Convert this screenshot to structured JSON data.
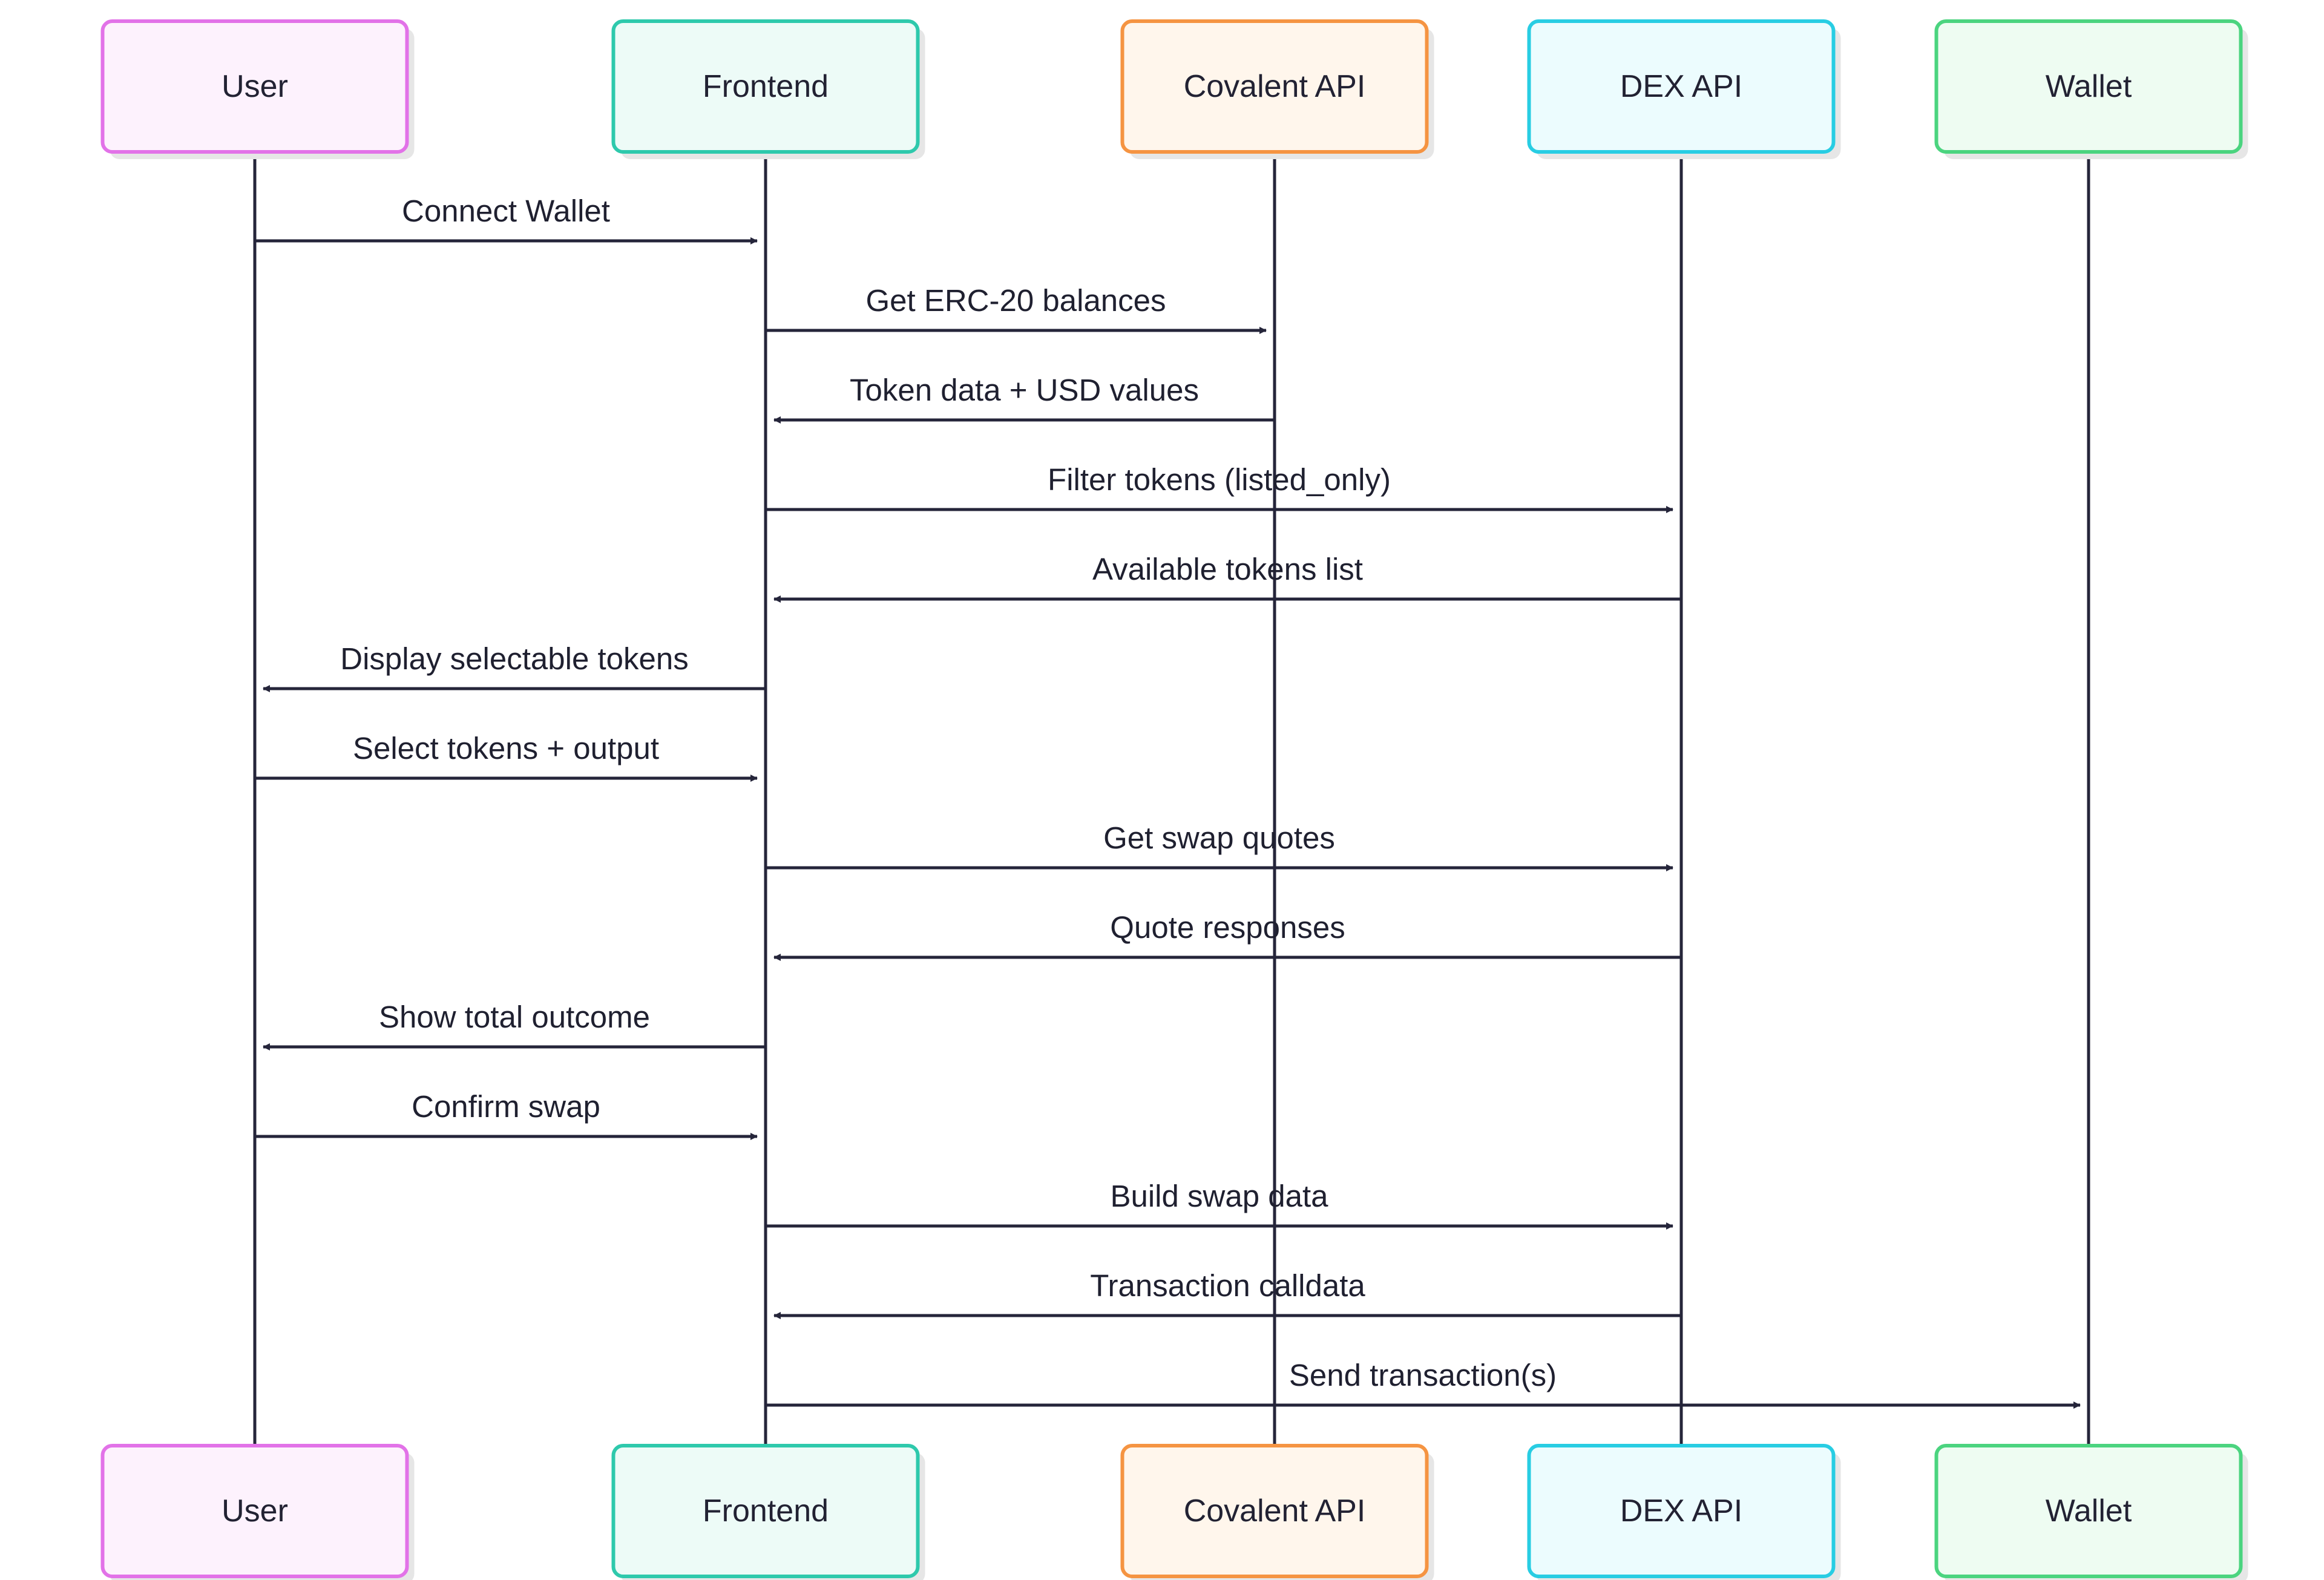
{
  "participants": [
    {
      "id": "user",
      "label": "User",
      "fill": "#fdf2fd",
      "stroke": "#e272e8"
    },
    {
      "id": "frontend",
      "label": "Frontend",
      "fill": "#edfbf7",
      "stroke": "#2ec9ac"
    },
    {
      "id": "covalent",
      "label": "Covalent API",
      "fill": "#fff6ec",
      "stroke": "#f59442"
    },
    {
      "id": "dex",
      "label": "DEX API",
      "fill": "#ecfcfe",
      "stroke": "#28cde3"
    },
    {
      "id": "wallet",
      "label": "Wallet",
      "fill": "#eefcf2",
      "stroke": "#4bd47f"
    }
  ],
  "messages": [
    {
      "from": 0,
      "to": 1,
      "label": "Connect Wallet"
    },
    {
      "from": 1,
      "to": 2,
      "label": "Get ERC-20 balances"
    },
    {
      "from": 2,
      "to": 1,
      "label": "Token data + USD values"
    },
    {
      "from": 1,
      "to": 3,
      "label": "Filter tokens (listed_only)"
    },
    {
      "from": 3,
      "to": 1,
      "label": "Available tokens list"
    },
    {
      "from": 1,
      "to": 0,
      "label": "Display selectable tokens"
    },
    {
      "from": 0,
      "to": 1,
      "label": "Select tokens + output"
    },
    {
      "from": 1,
      "to": 3,
      "label": "Get swap quotes"
    },
    {
      "from": 3,
      "to": 1,
      "label": "Quote responses"
    },
    {
      "from": 1,
      "to": 0,
      "label": "Show total outcome"
    },
    {
      "from": 0,
      "to": 1,
      "label": "Confirm swap"
    },
    {
      "from": 1,
      "to": 3,
      "label": "Build swap data"
    },
    {
      "from": 3,
      "to": 1,
      "label": "Transaction calldata"
    },
    {
      "from": 1,
      "to": 4,
      "label": "Send transaction(s)"
    }
  ],
  "colors": {
    "line": "#25253a",
    "shadow": "#e6e6e6"
  }
}
